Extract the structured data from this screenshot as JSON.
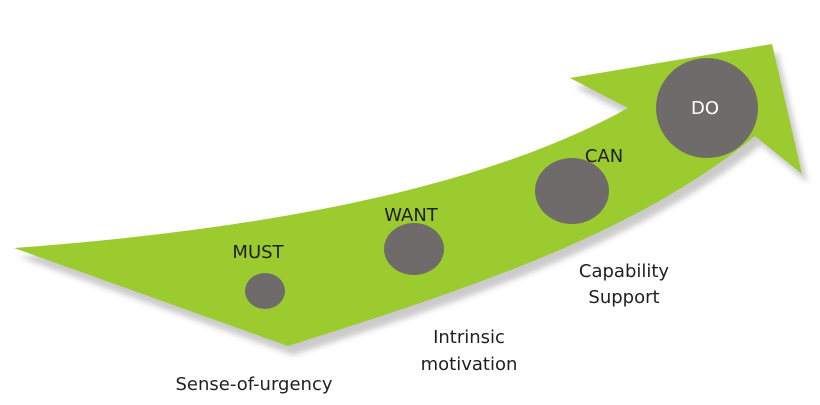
{
  "colors": {
    "arrow_fill": "#9ccb2f",
    "arrow_shadow": "#b5b5b5",
    "circle_fill": "#6f6b6a",
    "text_dark": "#1f1f1f",
    "text_light": "#ffffff"
  },
  "stages": [
    {
      "label": "MUST"
    },
    {
      "label": "WANT"
    },
    {
      "label": "CAN"
    },
    {
      "label": "DO"
    }
  ],
  "drivers": [
    {
      "lines": [
        "Sense-of-urgency"
      ]
    },
    {
      "lines": [
        "Intrinsic",
        "motivation"
      ]
    },
    {
      "lines": [
        "Capability",
        "Support"
      ]
    }
  ]
}
